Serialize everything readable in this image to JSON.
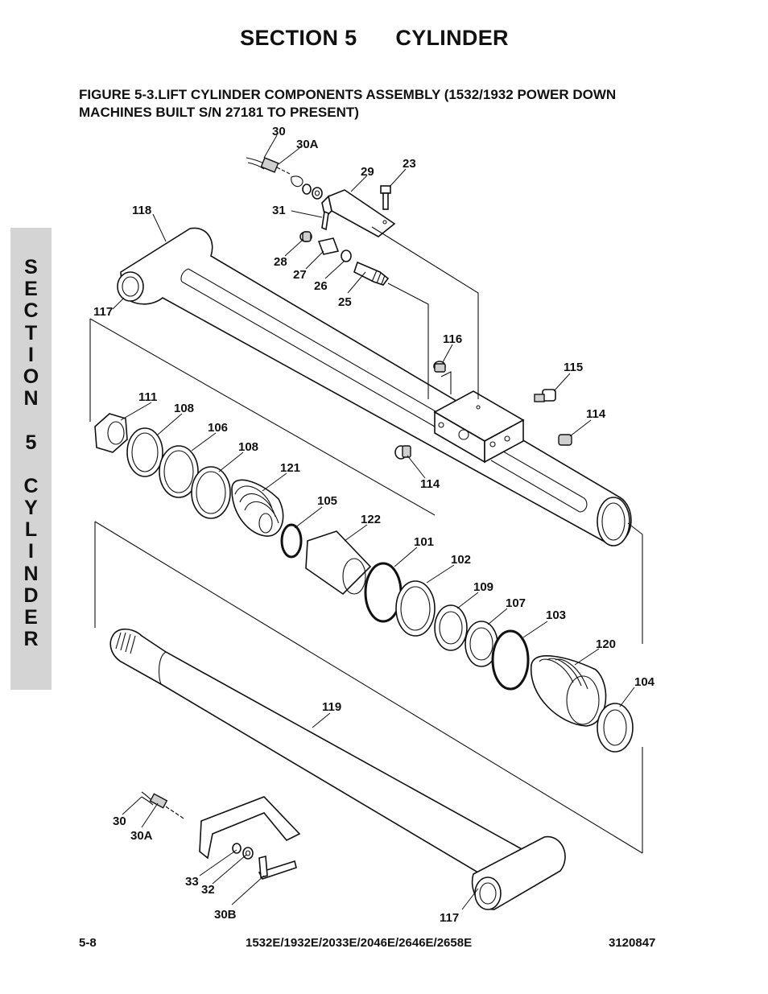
{
  "header": {
    "section": "SECTION 5",
    "title": "CYLINDER"
  },
  "figure": {
    "title": "FIGURE 5-3.LIFT CYLINDER COMPONENTS ASSEMBLY (1532/1932 POWER DOWN MACHINES BUILT S/N 27181 TO PRESENT)"
  },
  "side_tab": {
    "letters": [
      "S",
      "E",
      "C",
      "T",
      "I",
      "O",
      "N",
      " ",
      "5",
      " ",
      "C",
      "Y",
      "L",
      "I",
      "N",
      "D",
      "E",
      "R"
    ]
  },
  "callouts": {
    "c30_top": "30",
    "c30a_top": "30A",
    "c29": "29",
    "c23": "23",
    "c31": "31",
    "c118": "118",
    "c28": "28",
    "c27": "27",
    "c26": "26",
    "c25": "25",
    "c117_top": "117",
    "c116": "116",
    "c115": "115",
    "c114_right": "114",
    "c114_left": "114",
    "c111": "111",
    "c108_a": "108",
    "c106": "106",
    "c108_b": "108",
    "c121": "121",
    "c105": "105",
    "c122": "122",
    "c101": "101",
    "c102": "102",
    "c109": "109",
    "c107": "107",
    "c103": "103",
    "c120": "120",
    "c104": "104",
    "c119": "119",
    "c30_bottom": "30",
    "c30a_bottom": "30A",
    "c33": "33",
    "c32": "32",
    "c30b": "30B",
    "c117_bottom": "117"
  },
  "footer": {
    "page": "5-8",
    "models": "1532E/1932E/2033E/2046E/2646E/2658E",
    "doc_number": "3120847"
  }
}
